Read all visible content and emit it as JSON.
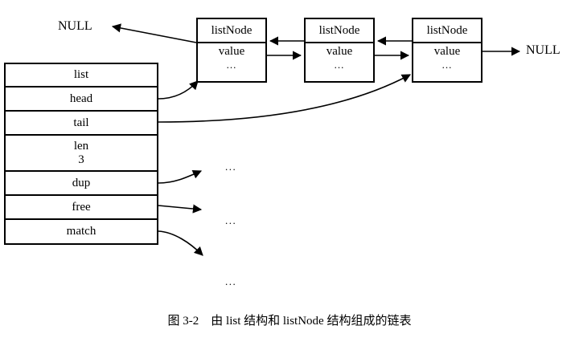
{
  "figure": {
    "caption": "图 3-2　由 list 结构和 listNode 结构组成的链表"
  },
  "list_struct": {
    "title": "list",
    "fields": [
      {
        "name": "head",
        "value": ""
      },
      {
        "name": "tail",
        "value": ""
      },
      {
        "name": "len",
        "value": "3"
      },
      {
        "name": "dup",
        "value": ""
      },
      {
        "name": "free",
        "value": ""
      },
      {
        "name": "match",
        "value": ""
      }
    ]
  },
  "nodes": [
    {
      "title": "listNode",
      "value": "value",
      "more": "..."
    },
    {
      "title": "listNode",
      "value": "value",
      "more": "..."
    },
    {
      "title": "listNode",
      "value": "value",
      "more": "..."
    }
  ],
  "terminators": {
    "prev_null": "NULL",
    "next_null": "NULL"
  },
  "callback_targets": [
    {
      "text": "..."
    },
    {
      "text": "..."
    },
    {
      "text": "..."
    }
  ],
  "colors": {
    "stroke": "#000000",
    "background": "#ffffff"
  }
}
